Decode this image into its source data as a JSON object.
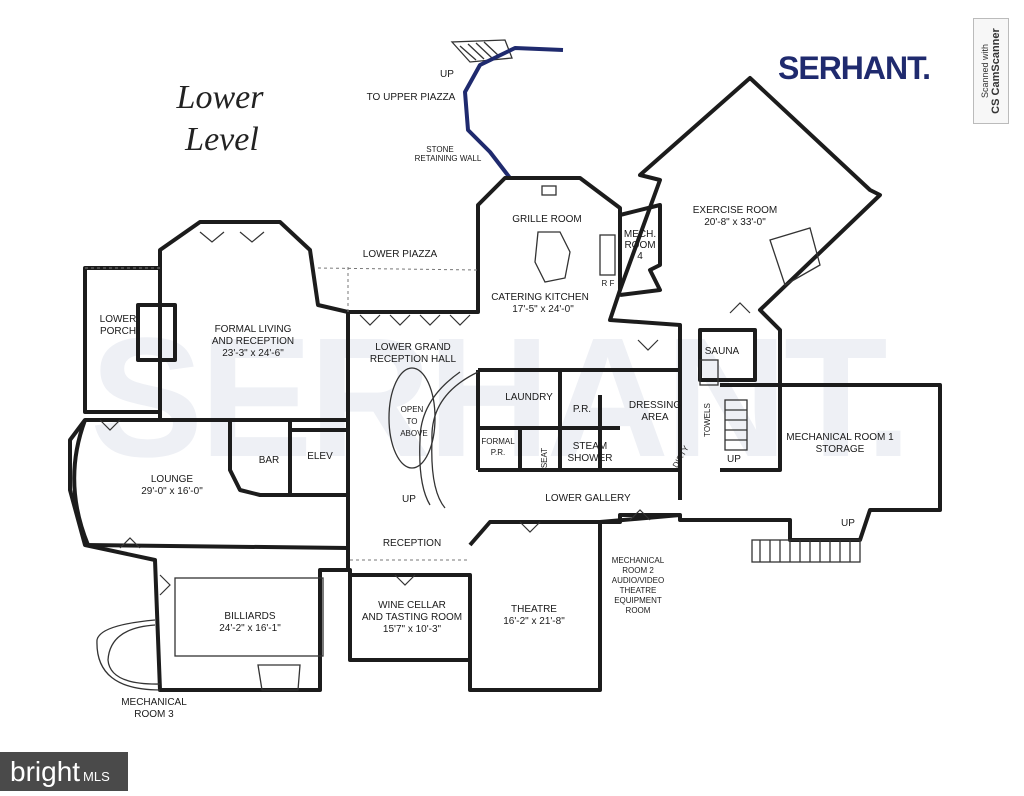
{
  "title": [
    "Lower",
    "Level"
  ],
  "brand": {
    "logo": "SERHANT.",
    "watermark": "SERHANT."
  },
  "scanner": {
    "line1": "Scanned with",
    "line2": "CamScanner",
    "badge": "CS"
  },
  "bright_logo": {
    "text": "bright",
    "suffix": "MLS"
  },
  "labels": {
    "up_top": "UP",
    "to_upper_piazza": "TO UPPER PIAZZA",
    "stone_wall_1": "STONE",
    "stone_wall_2": "RETAINING WALL",
    "grille_room": "GRILLE ROOM",
    "catering_kitchen": "CATERING KITCHEN",
    "catering_kitchen_dim": "17'-5\" x 24'-0\"",
    "mech_room_4_a": "MECH.",
    "mech_room_4_b": "ROOM",
    "mech_room_4_c": "4",
    "exercise_room": "EXERCISE ROOM",
    "exercise_room_dim": "20'-8\" x 33'-0\"",
    "lower_piazza": "LOWER PIAZZA",
    "lower_porch_a": "LOWER",
    "lower_porch_b": "PORCH",
    "formal_living_a": "FORMAL LIVING",
    "formal_living_b": "AND RECEPTION",
    "formal_living_dim": "23'-3\" x 24'-6\"",
    "grand_hall_a": "LOWER GRAND",
    "grand_hall_b": "RECEPTION HALL",
    "open_a": "OPEN",
    "open_b": "TO",
    "open_c": "ABOVE",
    "laundry": "LAUNDRY",
    "pr": "P.R.",
    "formal_pr_a": "FORMAL",
    "formal_pr_b": "P.R.",
    "seat": "SEAT",
    "steam_a": "STEAM",
    "steam_b": "SHOWER",
    "dressing_a": "DRESSING",
    "dressing_b": "AREA",
    "sauna": "SAUNA",
    "towels": "TOWELS",
    "dirty": "DIRTY",
    "mech_room_1_a": "MECHANICAL ROOM 1",
    "mech_room_1_b": "STORAGE",
    "up_stair_right": "UP",
    "up_far_right": "UP",
    "lounge": "LOUNGE",
    "lounge_dim": "29'-0\" x 16'-0\"",
    "bar": "BAR",
    "elev": "ELEV",
    "up_grand": "UP",
    "lower_gallery": "LOWER GALLERY",
    "reception": "RECEPTION",
    "mech_room_2_a": "MECHANICAL",
    "mech_room_2_b": "ROOM 2",
    "mech_room_2_c": "AUDIO/VIDEO",
    "mech_room_2_d": "THEATRE",
    "mech_room_2_e": "EQUIPMENT",
    "mech_room_2_f": "ROOM",
    "billiards": "BILLIARDS",
    "billiards_dim": "24'-2\" x 16'-1\"",
    "wine_a": "WINE CELLAR",
    "wine_b": "AND TASTING ROOM",
    "wine_dim": "15'7\" x 10'-3\"",
    "theatre": "THEATRE",
    "theatre_dim": "16'-2\" x 21'-8\"",
    "mech_room_3_a": "MECHANICAL",
    "mech_room_3_b": "ROOM 3",
    "rf": "R F"
  }
}
